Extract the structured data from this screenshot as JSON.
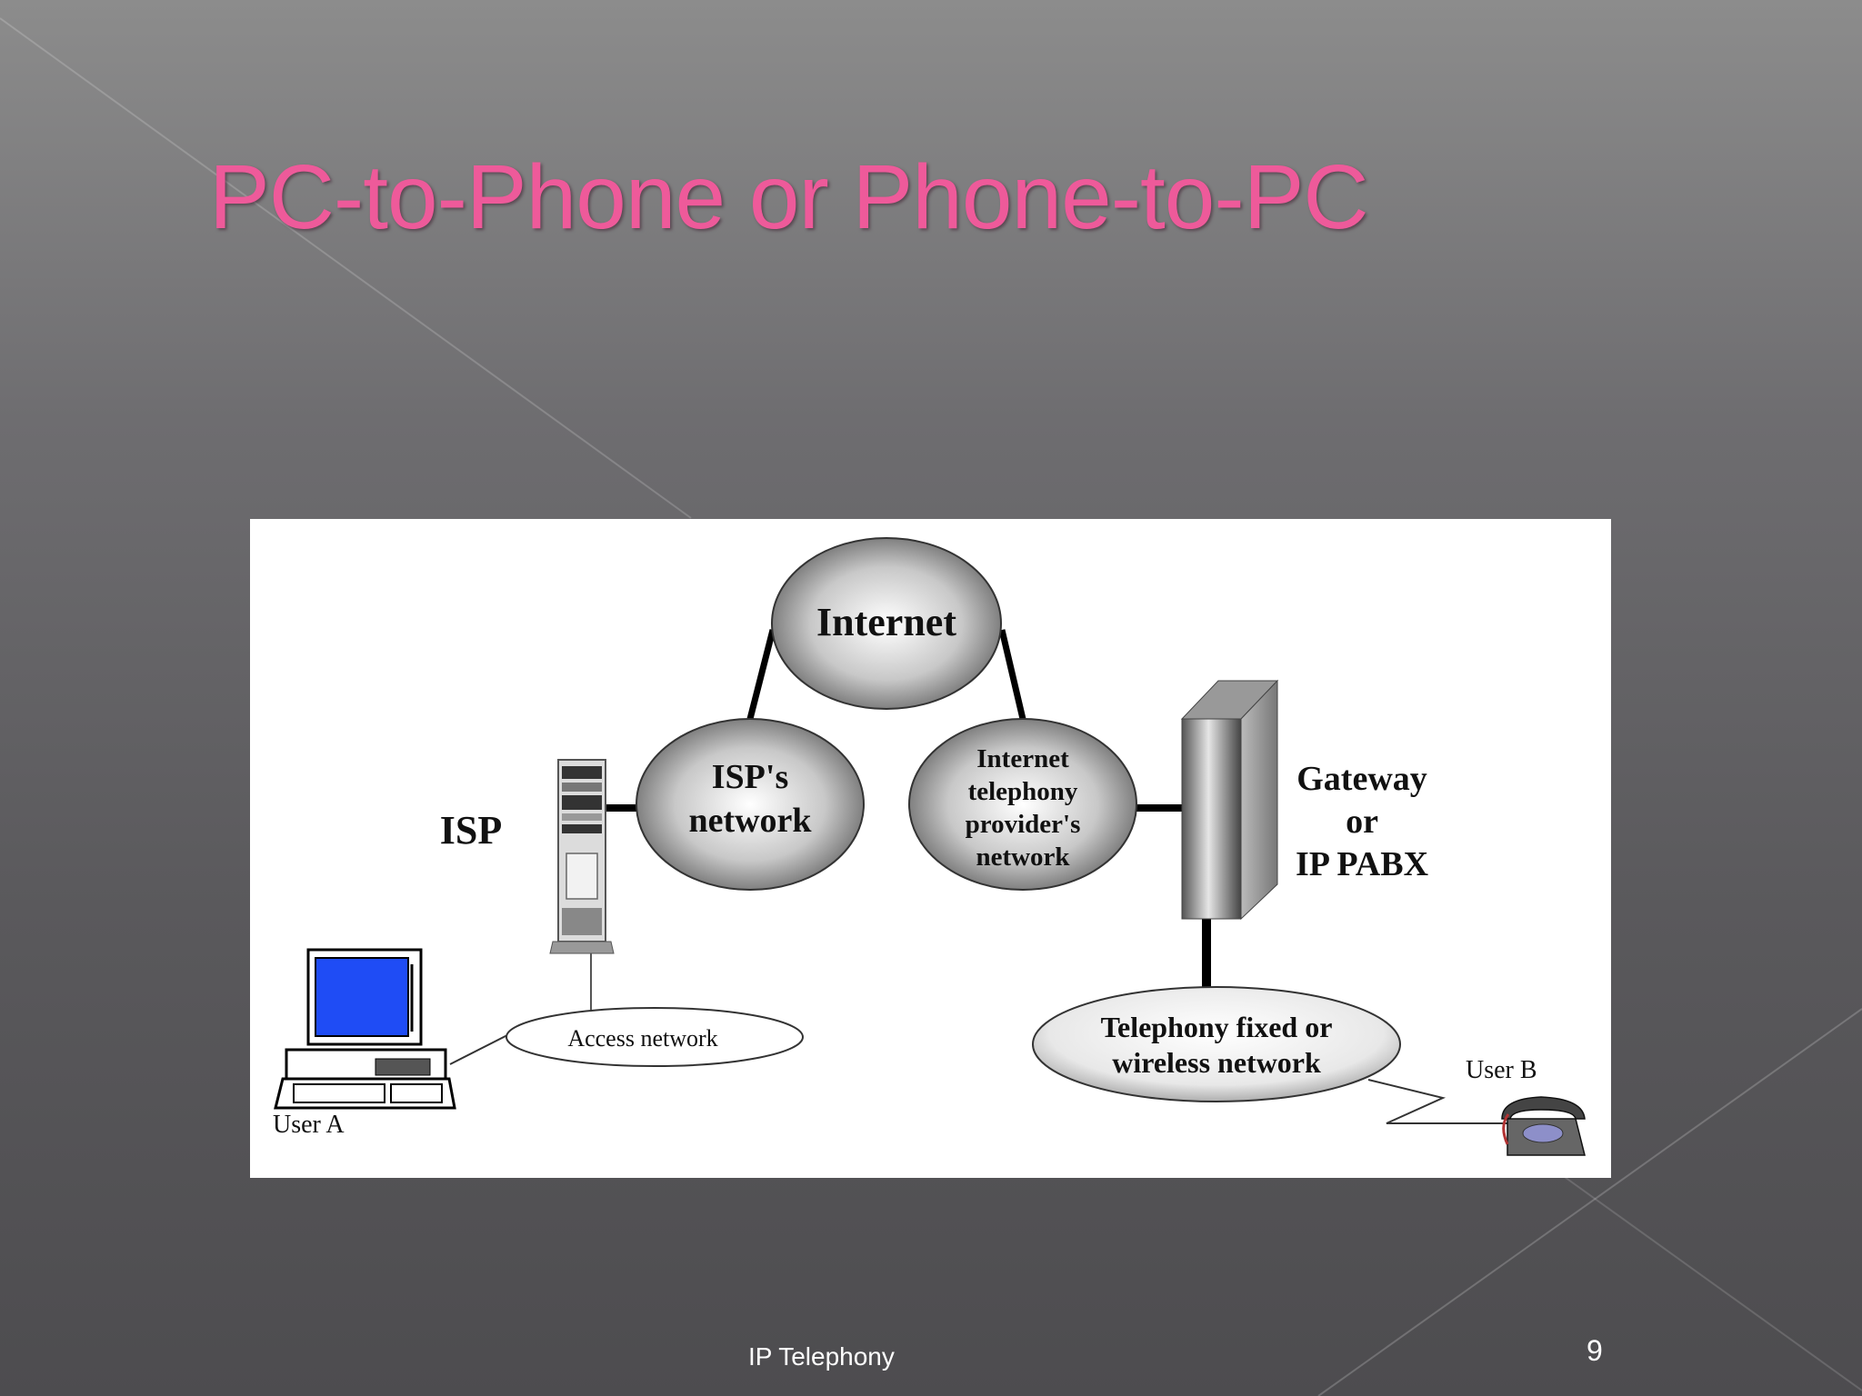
{
  "slide": {
    "title": "PC-to-Phone or Phone-to-PC",
    "footer": "IP Telephony",
    "page_number": "9",
    "title_color": "#ee5a9a"
  },
  "diagram": {
    "internet": "Internet",
    "isp": "ISP",
    "isp_network": [
      "ISP's",
      "network"
    ],
    "provider_network": [
      "Internet",
      "telephony",
      "provider's",
      "network"
    ],
    "gateway": [
      "Gateway",
      "or",
      "IP PABX"
    ],
    "access_network": "Access network",
    "telephony_network": [
      "Telephony fixed or",
      "wireless network"
    ],
    "user_a": "User A",
    "user_b": "User B",
    "icons": [
      "computer-icon",
      "server-rack-icon",
      "gateway-box-icon",
      "telephone-icon"
    ],
    "monitor_screen_color": "#1f4cf5"
  }
}
